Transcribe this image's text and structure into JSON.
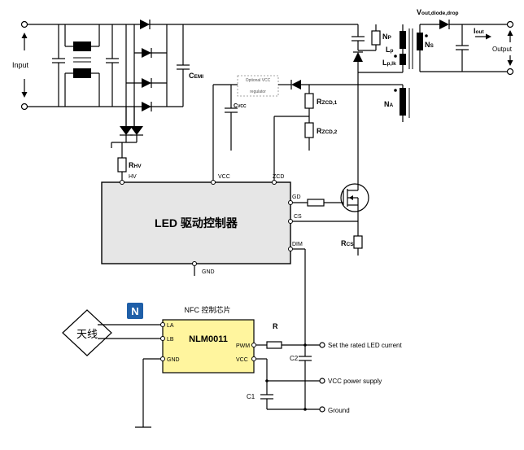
{
  "labels": {
    "input": "Input",
    "output": "Output",
    "c_emi_main": "C",
    "c_emi_sub": "EMI",
    "r_hv_main": "R",
    "r_hv_sub": "HV",
    "c_vcc_main": "C",
    "c_vcc_sub": "VCC",
    "opt_vcc_line1": "Optional VCC",
    "opt_vcc_line2": "regulator",
    "n_p_main": "N",
    "n_p_sub": "P",
    "l_p_main": "L",
    "l_p_sub": "p",
    "l_plk_main": "L",
    "l_plk_sub": "p,lk",
    "n_a_main": "N",
    "n_a_sub": "A",
    "n_s_main": "N",
    "n_s_sub": "S",
    "v_out_main": "V",
    "v_out_sub": "out,diode,drop",
    "i_out_main": "I",
    "i_out_sub": "out",
    "r_zcd1_main": "R",
    "r_zcd1_sub": "ZCD,1",
    "r_zcd2_main": "R",
    "r_zcd2_sub": "ZCD,2",
    "r_cs_main": "R",
    "r_cs_sub": "CS",
    "r_label": "R",
    "c1_label": "C1",
    "c2_label": "C2"
  },
  "led_driver": {
    "title": "LED 驱动控制器",
    "pins": {
      "hv": "HV",
      "vcc": "VCC",
      "zcd": "ZCD",
      "gd": "GD",
      "cs": "CS",
      "dim": "DIM",
      "gnd": "GND"
    }
  },
  "nfc": {
    "title": "NFC 控制芯片",
    "chip": "NLM0011",
    "antenna": "天线",
    "logo": "N",
    "pins": {
      "la": "LA",
      "lb": "LB",
      "gnd": "GND",
      "pwm": "PWM",
      "vcc": "VCC"
    }
  },
  "outputs": {
    "rated_current": "Set the rated LED current",
    "vcc_supply": "VCC power supply",
    "ground": "Ground"
  },
  "colors": {
    "driver_fill": "#e6e6e6",
    "nfc_fill": "#fff59e",
    "logo_fill": "#1f5fa8",
    "wire": "#000000"
  }
}
